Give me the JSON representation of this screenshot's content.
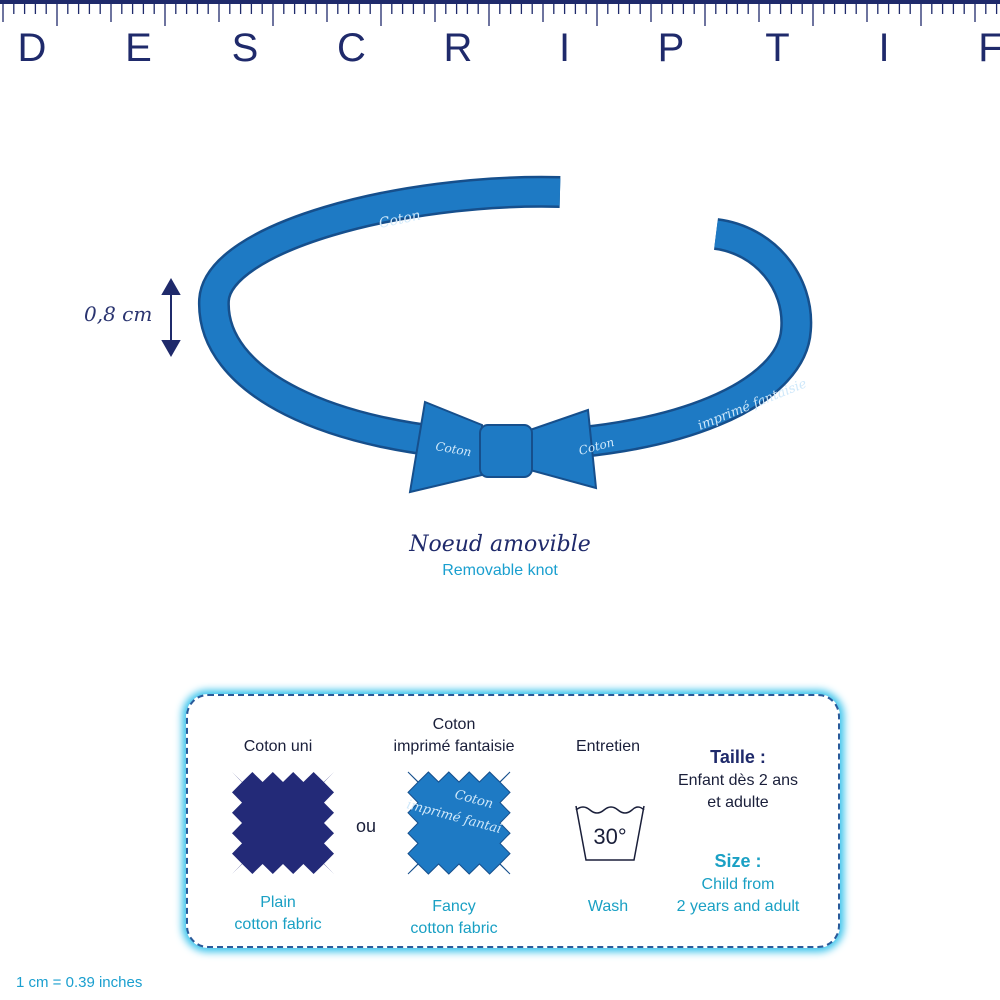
{
  "title_letters": [
    "D",
    "E",
    "S",
    "C",
    "R",
    "I",
    "P",
    "T",
    "I",
    "F"
  ],
  "dimension": "0,8 cm",
  "knot": {
    "fr": "Noeud amovible",
    "en": "Removable knot"
  },
  "band_print": {
    "line1": "Coton",
    "line2": "imprimé fantaisie"
  },
  "info": {
    "plain": {
      "fr": "Coton  uni",
      "en1": "Plain",
      "en2": "cotton fabric"
    },
    "or": "ou",
    "fancy": {
      "fr1": "Coton",
      "fr2": "imprimé fantaisie",
      "en1": "Fancy",
      "en2": "cotton fabric",
      "swatch1": "Coton",
      "swatch2": "imprimé fantai"
    },
    "care": {
      "fr": "Entretien",
      "temp": "30°",
      "en": "Wash"
    },
    "size": {
      "fr_title": "Taille  :",
      "fr1": "Enfant dès 2 ans",
      "fr2": "et adulte",
      "en_title": "Size  :",
      "en1": "Child from",
      "en2": "2 years and adult"
    }
  },
  "footer": "1 cm = 0.39 inches",
  "colors": {
    "navy": "#1f2a6b",
    "band": "#1e7ac4",
    "cyan": "#1aa0c4"
  }
}
